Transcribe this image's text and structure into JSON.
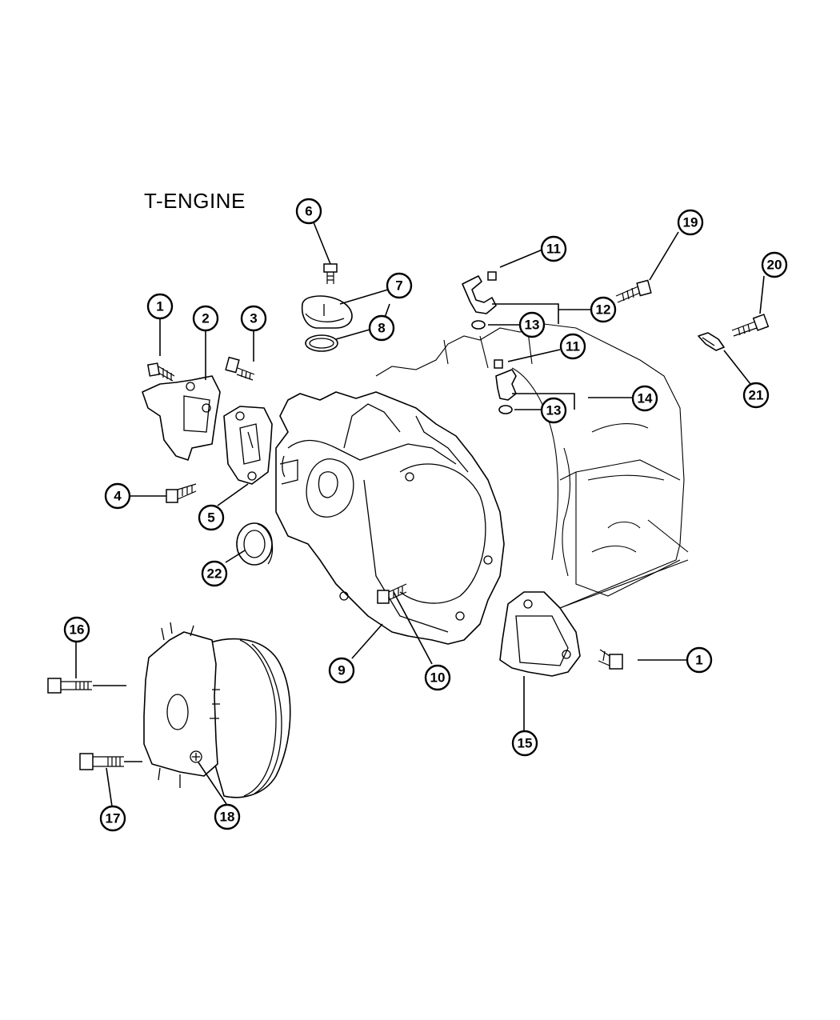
{
  "title": "T-ENGINE",
  "callouts": {
    "c1a": "1",
    "c2": "2",
    "c3": "3",
    "c4": "4",
    "c5": "5",
    "c6": "6",
    "c7": "7",
    "c8": "8",
    "c9": "9",
    "c10": "10",
    "c11a": "11",
    "c11b": "11",
    "c12": "12",
    "c13a": "13",
    "c13b": "13",
    "c14": "14",
    "c15": "15",
    "c16": "16",
    "c17": "17",
    "c18": "18",
    "c19": "19",
    "c20": "20",
    "c21": "21",
    "c22": "22",
    "c1b": "1"
  }
}
